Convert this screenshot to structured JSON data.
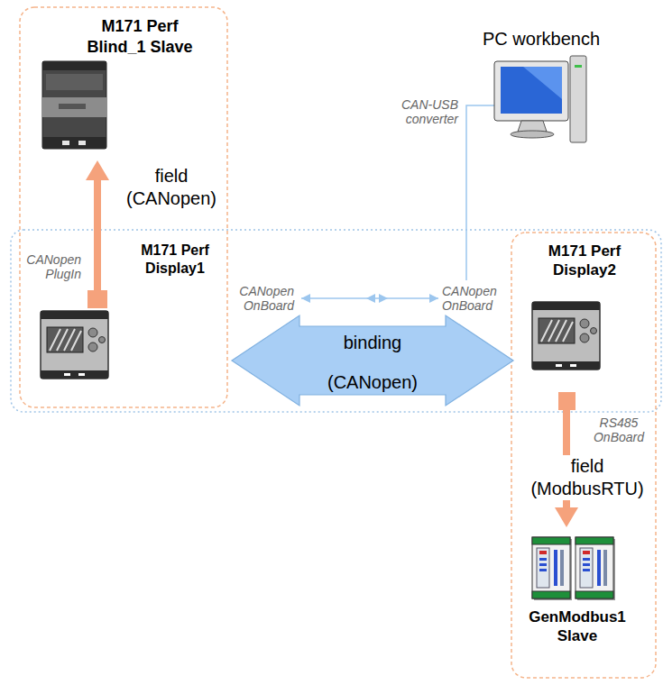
{
  "diagram": {
    "nodes": [
      {
        "text": [
          "M171 Perf Blind_1 Slave"
        ]
      },
      {
        "text": [
          "PC workbench"
        ]
      },
      {
        "text": [
          "M171 Perf Display1"
        ]
      },
      {
        "text": [
          "M171 Perf Display2"
        ]
      },
      {
        "text": [
          "GenModbus1 Slave"
        ]
      }
    ],
    "edges": [
      {
        "from": 2,
        "to": 0,
        "arrow": "to",
        "label": "field (CANopen)"
      },
      {
        "from": 2,
        "to": 3,
        "arrow": "both",
        "label": "binding (CANopen)"
      },
      {
        "from": 3,
        "to": 4,
        "arrow": "to",
        "label": "field (ModbusRTU)"
      }
    ],
    "labels": [
      "CANopen PlugIn",
      "CAN-USB converter",
      "CANopen OnBoard",
      "CANopen OnBoard",
      "RS485 OnBoard"
    ]
  }
}
